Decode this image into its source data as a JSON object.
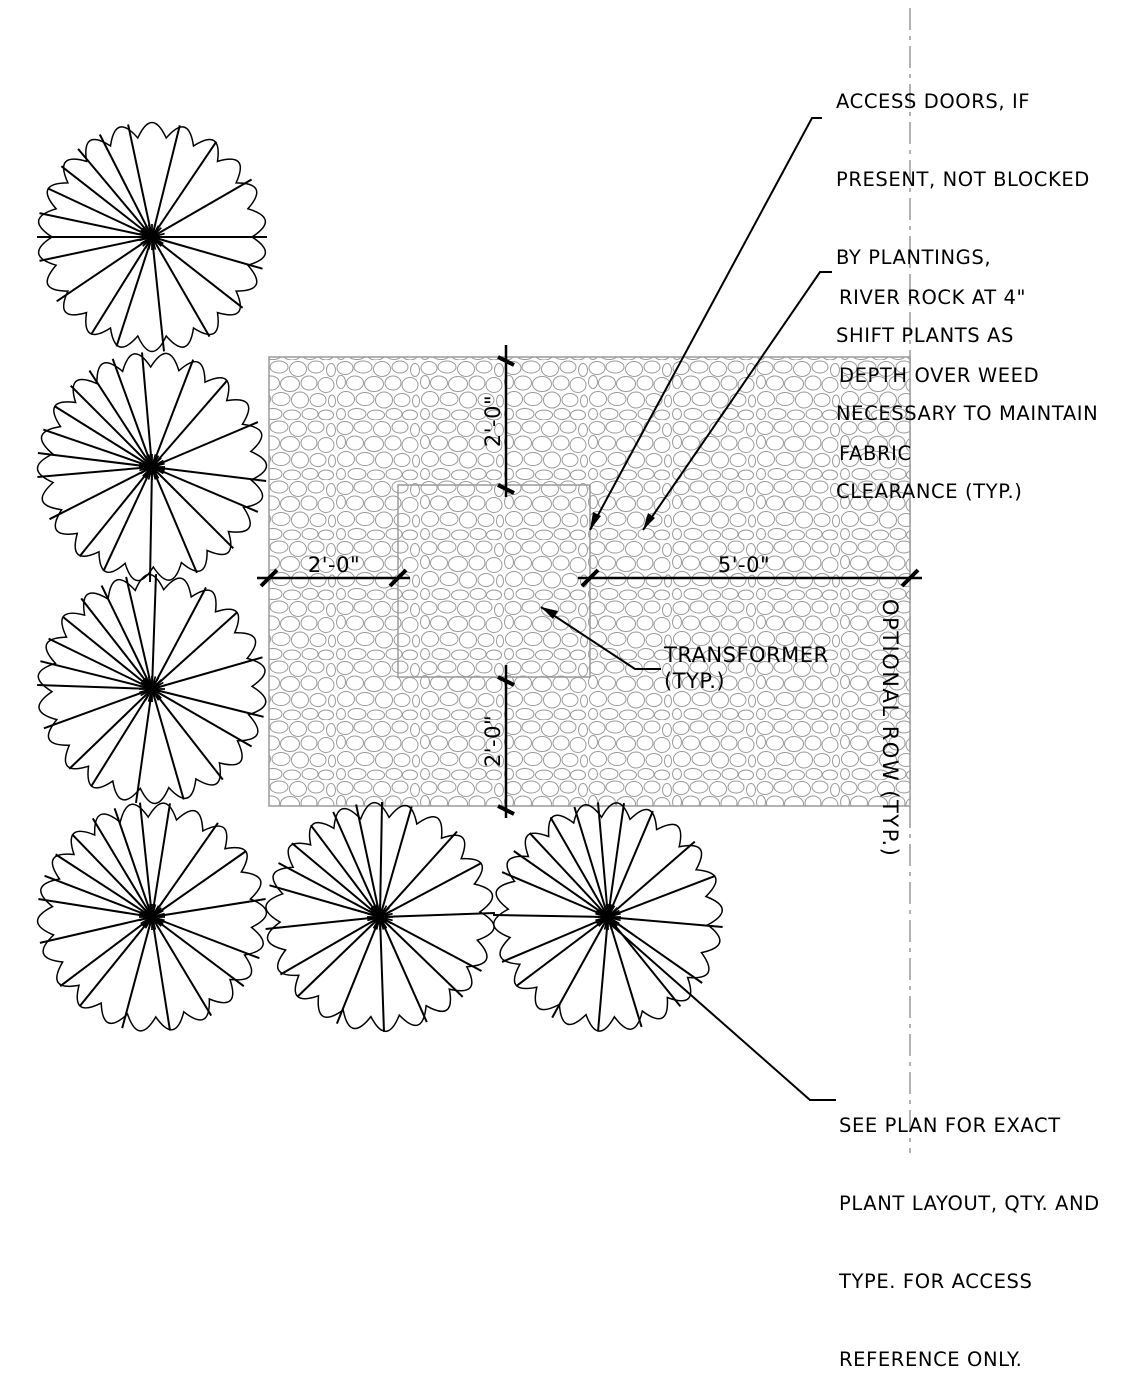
{
  "notes": {
    "access_doors": [
      "ACCESS DOORS, IF",
      "PRESENT, NOT BLOCKED",
      "BY PLANTINGS,",
      "SHIFT PLANTS AS",
      "NECESSARY TO MAINTAIN",
      "CLEARANCE (TYP.)"
    ],
    "river_rock": [
      "RIVER ROCK AT 4\"",
      "DEPTH OVER WEED",
      "FABRIC"
    ],
    "see_plan": [
      "SEE PLAN FOR EXACT",
      "PLANT LAYOUT, QTY. AND",
      "TYPE. FOR ACCESS",
      "REFERENCE ONLY."
    ]
  },
  "dimensions": {
    "top_clearance": "2'-0\"",
    "bottom_clearance": "2'-0\"",
    "left_clearance": "2'-0\"",
    "right_clearance": "5'-0\""
  },
  "labels": {
    "transformer": [
      "TRANSFORMER",
      "(TYP.)"
    ],
    "row": "OPTIONAL ROW (TYP.)"
  }
}
